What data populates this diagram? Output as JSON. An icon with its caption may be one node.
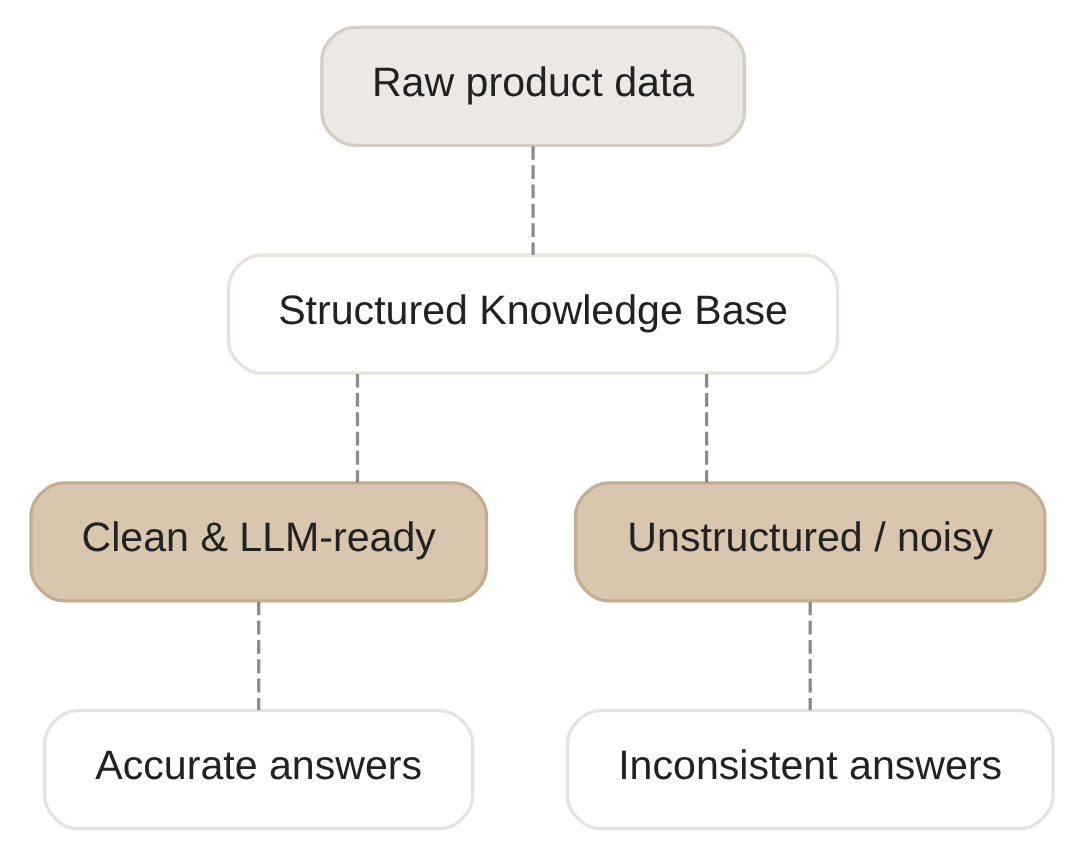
{
  "diagram": {
    "nodes": [
      {
        "text": [
          "Raw product data"
        ]
      },
      {
        "text": [
          "Structured Knowledge Base"
        ]
      },
      {
        "text": [
          "Clean & LLM-ready"
        ]
      },
      {
        "text": [
          "Unstructured / noisy"
        ]
      },
      {
        "text": [
          "Accurate answers"
        ]
      },
      {
        "text": [
          "Inconsistent answers"
        ]
      }
    ],
    "edges": [
      {
        "from": 0,
        "to": 1,
        "arrow": "none",
        "style": "dashed"
      },
      {
        "from": 1,
        "to": 2,
        "arrow": "none",
        "style": "dashed"
      },
      {
        "from": 1,
        "to": 3,
        "arrow": "none",
        "style": "dashed"
      },
      {
        "from": 2,
        "to": 4,
        "arrow": "none",
        "style": "dashed"
      },
      {
        "from": 3,
        "to": 5,
        "arrow": "none",
        "style": "dashed"
      }
    ]
  }
}
